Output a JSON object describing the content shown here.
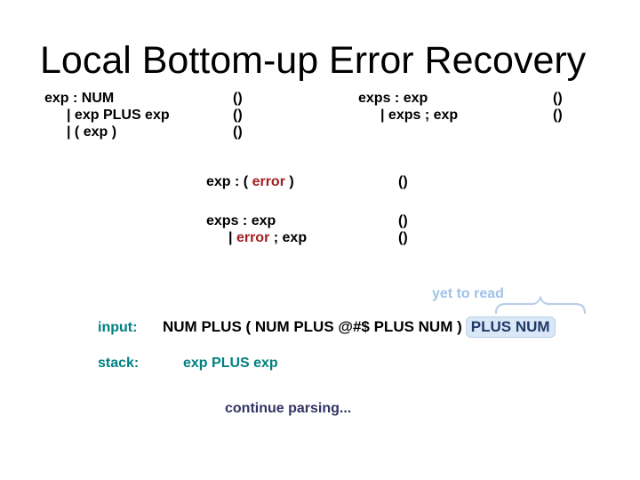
{
  "title": "Local Bottom-up Error Recovery",
  "colors": {
    "title_text": "#000000",
    "error_token": "#a02020",
    "label_teal": "#008080",
    "annotation_light_blue": "#9fc3e8",
    "highlight_background": "#d9e7f6",
    "highlight_text": "#1f3a67",
    "footer_navy": "#333366"
  },
  "grammar_left": {
    "rows": [
      {
        "text": "exp : NUM",
        "action": "()"
      },
      {
        "text": "| exp PLUS exp",
        "action": "()"
      },
      {
        "text": "| ( exp )",
        "action": "()"
      }
    ]
  },
  "grammar_right": {
    "rows": [
      {
        "text": "exps : exp",
        "action": "()"
      },
      {
        "text": "| exps ; exp",
        "action": "()"
      }
    ]
  },
  "error_rules": {
    "rule1": {
      "pre": "exp : (",
      "err": "error",
      "post": ")",
      "action": "()"
    },
    "rule2_line1": {
      "text": "exps : exp",
      "action": "()"
    },
    "rule2_line2": {
      "pre": "|",
      "err": "error",
      "post": "; exp",
      "action": "()"
    }
  },
  "annotation": {
    "label": "yet to read"
  },
  "input_row": {
    "label": "input:",
    "consumed": "NUM PLUS ( NUM PLUS @#$ PLUS NUM )",
    "yet_to_read": "PLUS NUM"
  },
  "stack_row": {
    "label": "stack:",
    "value": "exp PLUS exp"
  },
  "footer": {
    "text": "continue parsing..."
  }
}
